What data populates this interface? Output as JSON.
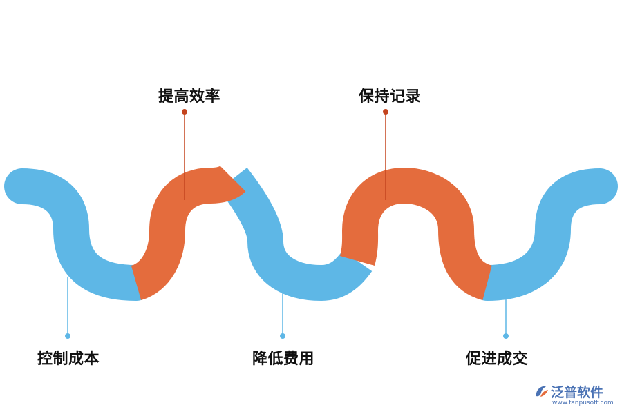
{
  "colors": {
    "blue": "#5eb7e6",
    "orange": "#e46c3d",
    "orange_marker": "#c4441e",
    "text": "#111111",
    "watermark": "#4a72b4"
  },
  "steps": [
    {
      "label": "控制成本",
      "segment_color": "blue",
      "label_side": "bottom"
    },
    {
      "label": "提高效率",
      "segment_color": "orange",
      "label_side": "top"
    },
    {
      "label": "降低费用",
      "segment_color": "blue",
      "label_side": "bottom"
    },
    {
      "label": "保持记录",
      "segment_color": "orange",
      "label_side": "top"
    },
    {
      "label": "促进成交",
      "segment_color": "blue",
      "label_side": "bottom"
    }
  ],
  "watermark": {
    "brand": "泛普软件",
    "url": "www.fanpusoft.com",
    "icon": "fanpu-logo-icon"
  }
}
